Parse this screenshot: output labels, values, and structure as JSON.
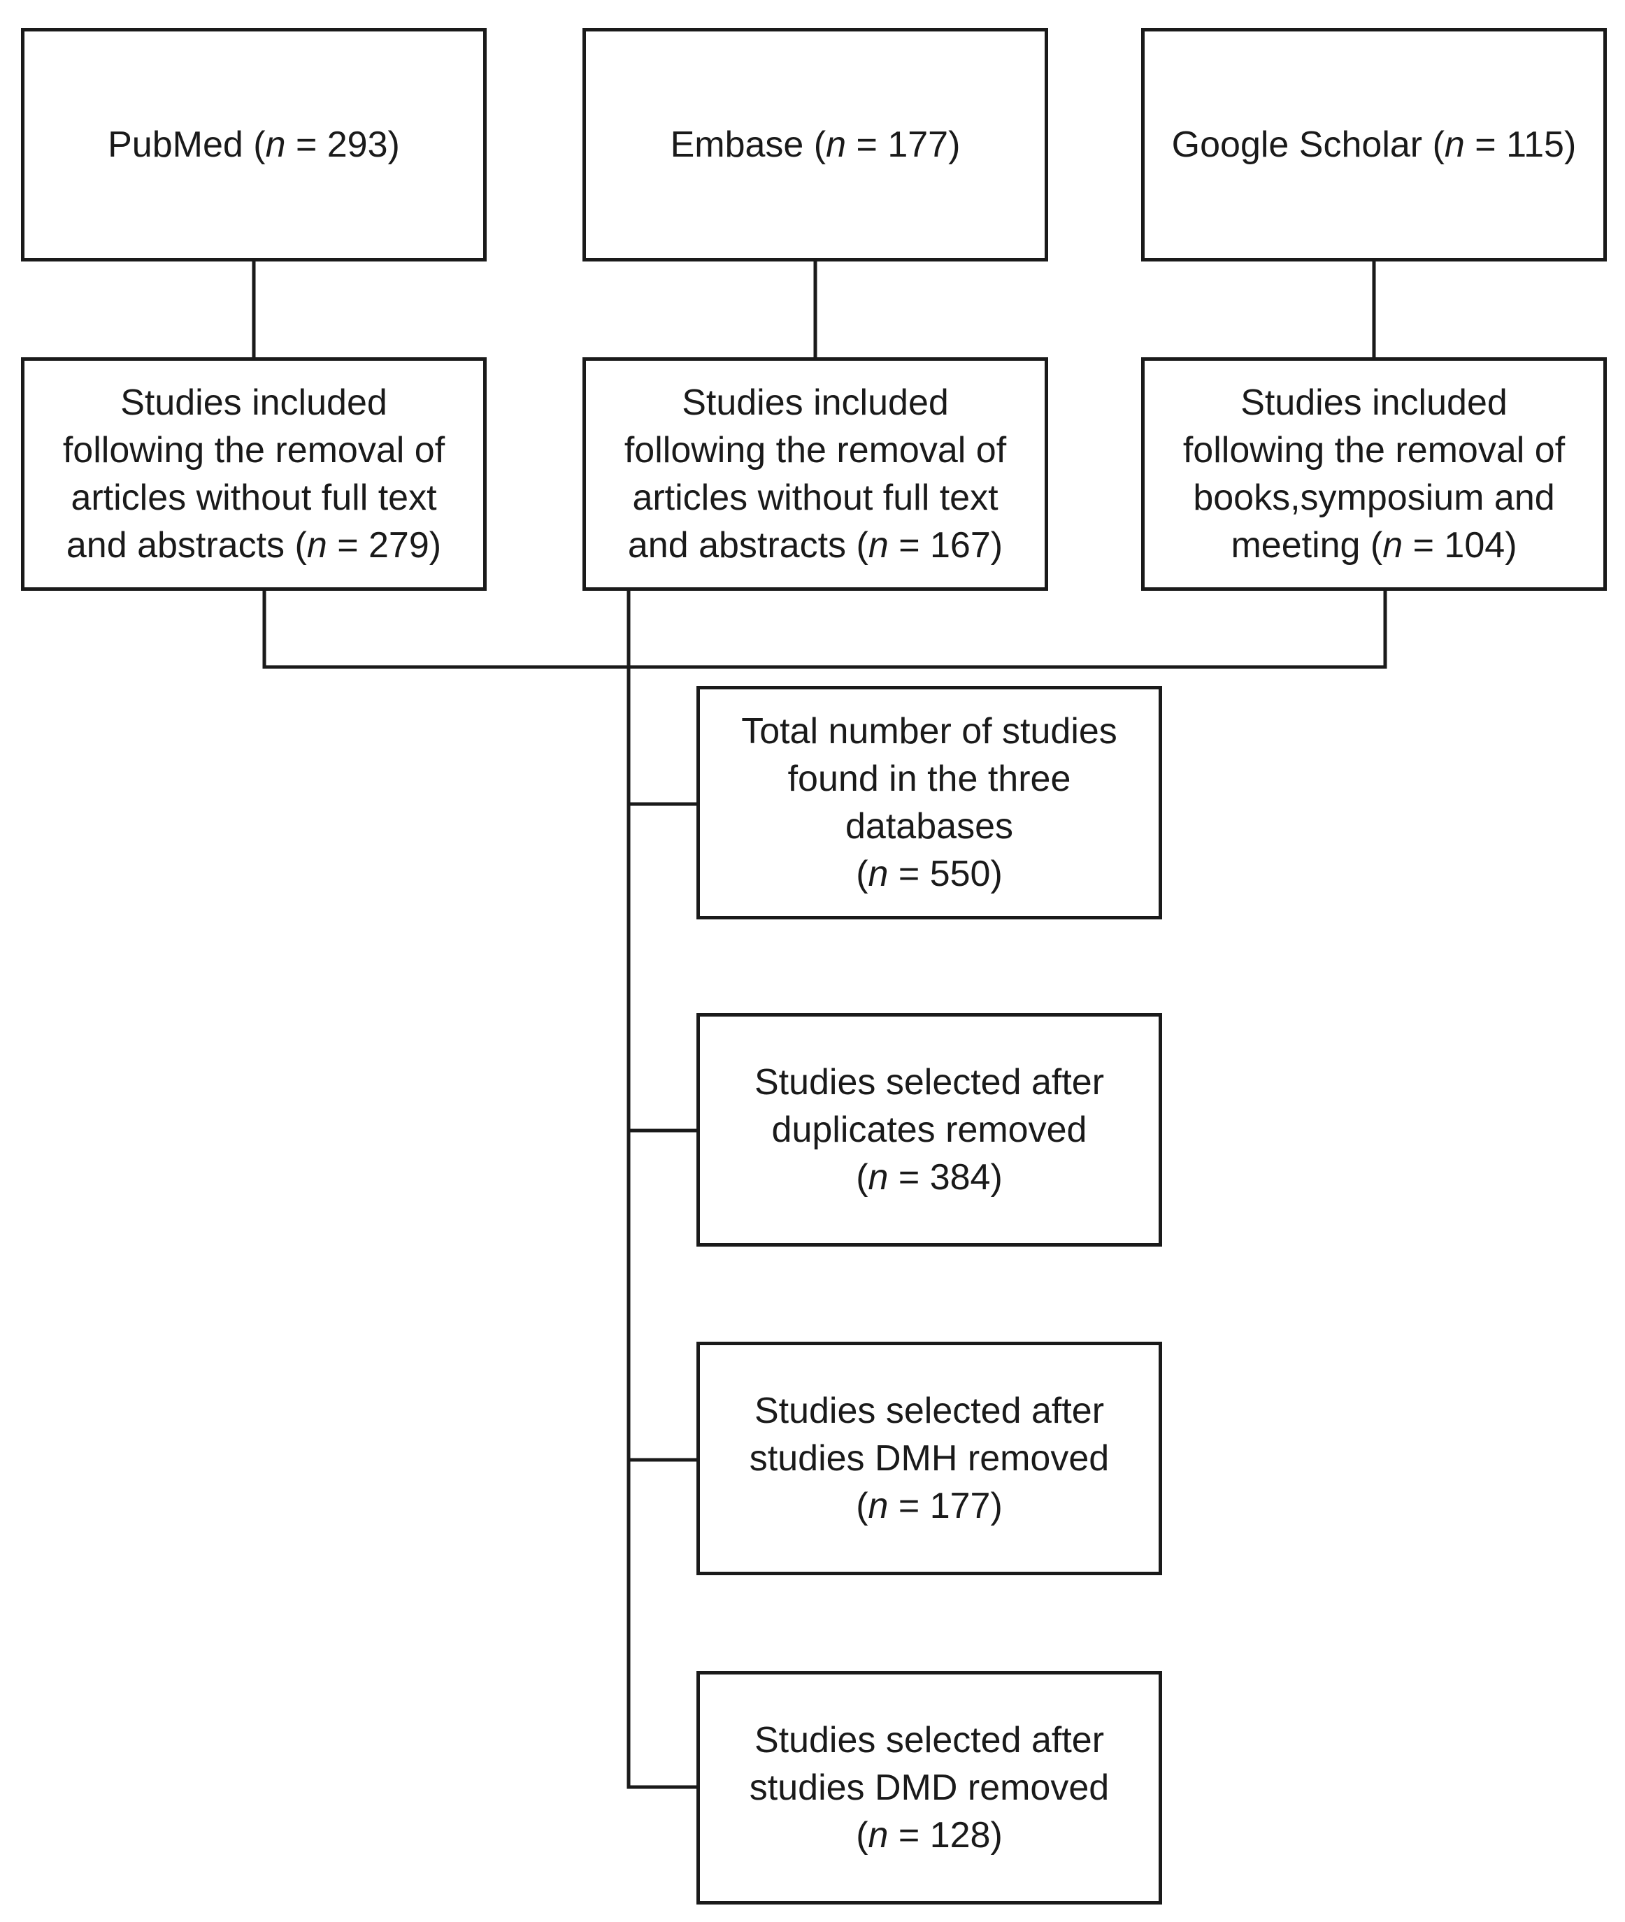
{
  "sources": [
    {
      "name": "PubMed",
      "n": "293"
    },
    {
      "name": "Embase",
      "n": "177"
    },
    {
      "name": "Google Scholar",
      "n": "115"
    }
  ],
  "filtered": [
    {
      "lines": [
        "Studies included",
        "following the removal of",
        "articles without full text",
        "and abstracts ("
      ],
      "n": "279"
    },
    {
      "lines": [
        "Studies included",
        "following the removal of",
        "articles without full text",
        "and abstracts ("
      ],
      "n": "167"
    },
    {
      "lines": [
        "Studies included",
        "following the removal of",
        "books,symposium and",
        "meeting ("
      ],
      "n": "104"
    }
  ],
  "total": {
    "lines": [
      "Total number of studies",
      "found in the three",
      "databases"
    ],
    "n": "550"
  },
  "duplicates": {
    "lines": [
      "Studies selected after",
      "duplicates removed"
    ],
    "n": "384"
  },
  "dmh": {
    "lines": [
      "Studies selected after",
      "studies DMH removed"
    ],
    "n": "177"
  },
  "dmd": {
    "lines": [
      "Studies selected after",
      "studies DMD removed"
    ],
    "n": "128"
  },
  "n_symbol": "n",
  "equals": " = ",
  "close_paren": ")",
  "open_paren": "("
}
